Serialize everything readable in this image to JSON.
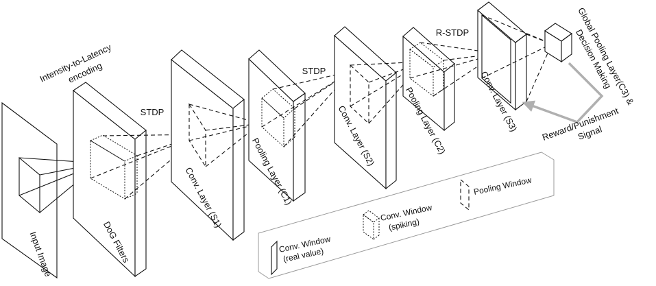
{
  "labels": {
    "input_image": "Input Image",
    "intensity_encoding_line1": "Intensity-to-Latency",
    "intensity_encoding_line2": "encoding",
    "dog_filters": "DoG Filters",
    "stdp_1": "STDP",
    "conv_s1": "Conv. Layer (S1)",
    "pool_c1": "Pooling Layer (C1)",
    "stdp_2": "STDP",
    "conv_s2": "Conv. Layer (S2)",
    "pool_c2": "Pooling Layer (C2)",
    "rstdp": "R-STDP",
    "conv_s3": "Conv. Layer (S3)",
    "global_pool_line1": "Global Pooling Layer(C3) &",
    "global_pool_line2": "Decision Making",
    "reward_line1": "Reward/Punishment",
    "reward_line2": "Signal"
  },
  "legend": {
    "conv_real_line1": "Conv. Window",
    "conv_real_line2": "(real value)",
    "conv_spiking_line1": "Conv. Window",
    "conv_spiking_line2": "(spiking)",
    "pooling_window": "Pooling Window"
  },
  "colors": {
    "stroke": "#111111",
    "reward_arrow": "#b0b0b0",
    "legend_border": "#9a9a9a"
  }
}
